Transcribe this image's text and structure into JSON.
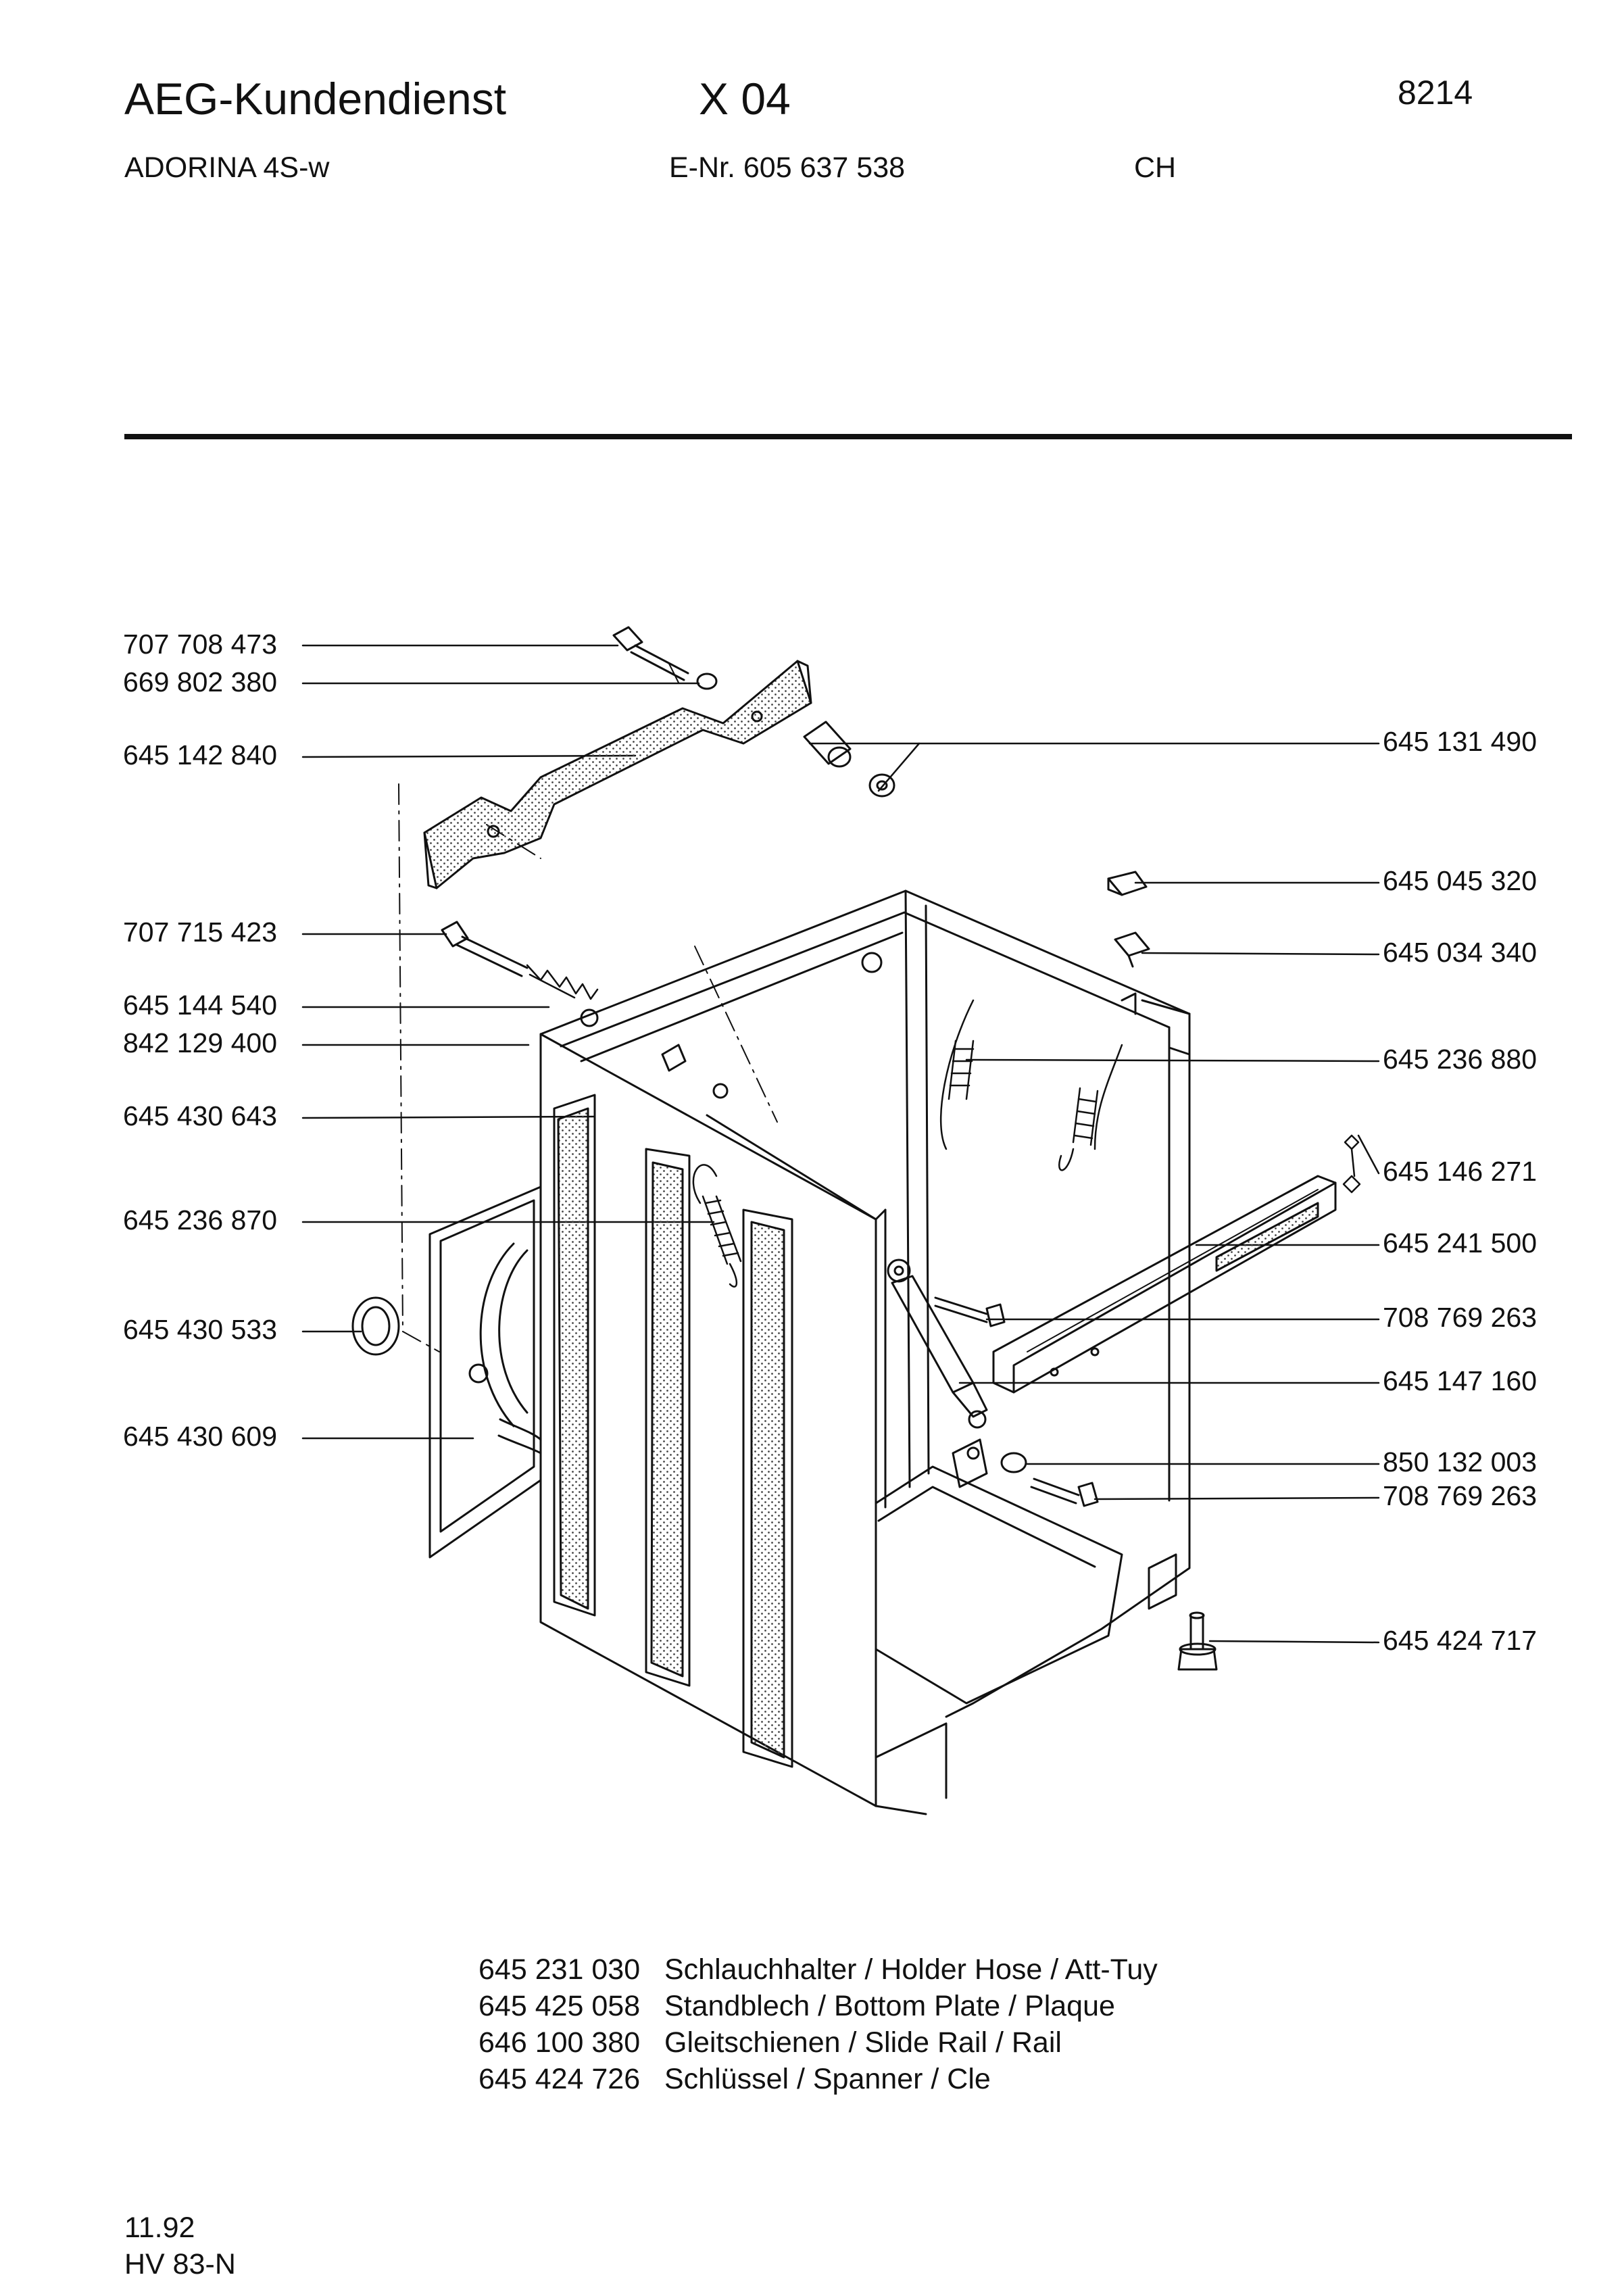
{
  "header": {
    "brand": "AEG-Kundendienst",
    "doc_code": "X 04",
    "page_number": "8214",
    "model": "ADORINA 4S-w",
    "e_nr": "E-Nr. 605 637 538",
    "country": "CH"
  },
  "left_labels": [
    "707 708 473",
    "669 802 380",
    "645 142 840",
    "707 715 423",
    "645 144 540",
    "842 129 400",
    "645 430 643",
    "645 236 870",
    "645 430 533",
    "645 430 609"
  ],
  "right_labels": [
    "645 131 490",
    "645 045 320",
    "645 034 340",
    "645 236 880",
    "645 146 271",
    "645 241 500",
    "708 769 263",
    "645 147 160",
    "850 132 003",
    "708 769 263",
    "645 424 717"
  ],
  "accessories": [
    {
      "code": "645 231 030",
      "desc": "Schlauchhalter / Holder Hose / Att-Tuy"
    },
    {
      "code": "645 425 058",
      "desc": "Standblech / Bottom Plate / Plaque"
    },
    {
      "code": "646 100 380",
      "desc": "Gleitschienen / Slide Rail / Rail"
    },
    {
      "code": "645 424 726",
      "desc": "Schlüssel / Spanner / Cle"
    }
  ],
  "footer": {
    "date": "11.92",
    "code": "HV 83-N"
  }
}
